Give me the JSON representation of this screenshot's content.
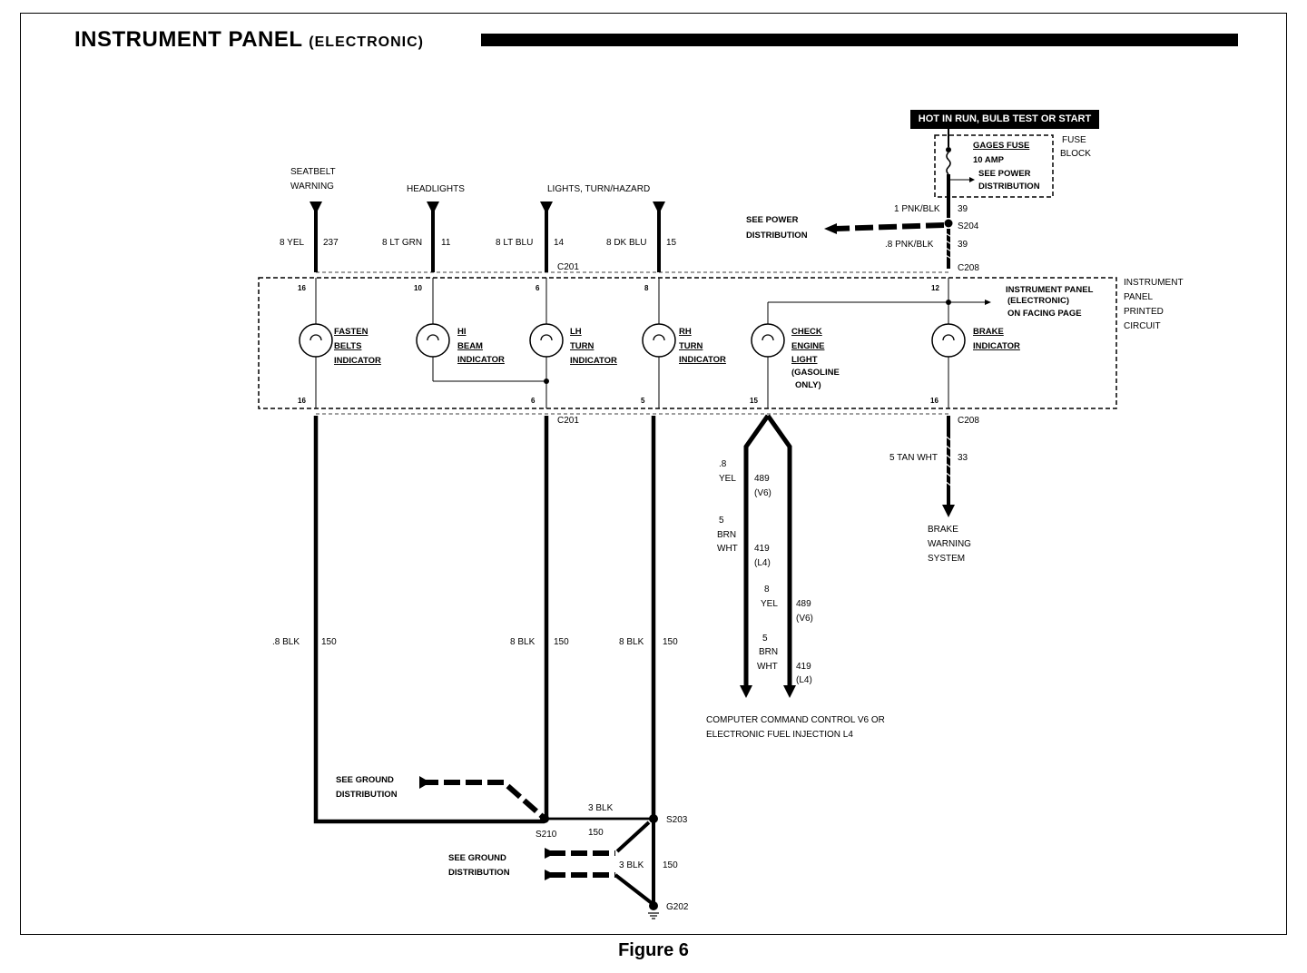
{
  "header": {
    "title": "INSTRUMENT PANEL",
    "subtitle": "(ELECTRONIC)"
  },
  "caption": "Figure 6",
  "power": {
    "hot_label": "HOT IN RUN, BULB TEST OR START",
    "fuse_name": "GAGES FUSE",
    "fuse_rating": "10 AMP",
    "fuse_see1": "SEE POWER",
    "fuse_see2": "DISTRIBUTION",
    "fuse_block1": "FUSE",
    "fuse_block2": "BLOCK",
    "see_power1": "SEE POWER",
    "see_power2": "DISTRIBUTION",
    "wire_top": "1 PNK/BLK",
    "wire_top_num": "39",
    "splice": "S204",
    "wire_bottom": ".8 PNK/BLK",
    "wire_bottom_num": "39"
  },
  "inputs": [
    {
      "name1": "SEATBELT",
      "name2": "WARNING",
      "wire": "8 YEL",
      "circuit": "237"
    },
    {
      "name1": "HEADLIGHTS",
      "name2": "",
      "wire": "8 LT GRN",
      "circuit": "11"
    },
    {
      "name1": "LIGHTS, TURN/HAZARD",
      "name2": "",
      "wire": "8 LT BLU",
      "circuit": "14"
    },
    {
      "name1": "",
      "name2": "",
      "wire": "8 DK BLU",
      "circuit": "15"
    }
  ],
  "connectors": {
    "c201_top": "C201",
    "c208_top": "C208",
    "c201_bottom": "C201",
    "c208_bottom": "C208"
  },
  "panel": {
    "label1": "INSTRUMENT",
    "label2": "PANEL",
    "label3": "PRINTED",
    "label4": "CIRCUIT",
    "ref1": "INSTRUMENT PANEL",
    "ref2": "(ELECTRONIC)",
    "ref3": "ON FACING PAGE"
  },
  "pins": {
    "top": [
      "16",
      "10",
      "6",
      "8",
      "12"
    ],
    "bottom": [
      "16",
      "6",
      "5",
      "15",
      "16"
    ]
  },
  "bulbs": [
    {
      "l1": "FASTEN",
      "l2": "BELTS",
      "l3": "INDICATOR",
      "l4": "",
      "l5": ""
    },
    {
      "l1": "HI",
      "l2": "BEAM",
      "l3": "INDICATOR",
      "l4": "",
      "l5": ""
    },
    {
      "l1": "LH",
      "l2": "TURN",
      "l3": "INDICATOR",
      "l4": "",
      "l5": ""
    },
    {
      "l1": "RH",
      "l2": "TURN",
      "l3": "INDICATOR",
      "l4": "",
      "l5": ""
    },
    {
      "l1": "CHECK",
      "l2": "ENGINE",
      "l3": "LIGHT",
      "l4": "(GASOLINE",
      "l5": "ONLY)"
    },
    {
      "l1": "BRAKE",
      "l2": "INDICATOR",
      "l3": "",
      "l4": "",
      "l5": ""
    }
  ],
  "ground_wires": [
    {
      "wire": ".8 BLK",
      "circuit": "150"
    },
    {
      "wire": "8 BLK",
      "circuit": "150"
    },
    {
      "wire": "8 BLK",
      "circuit": "150"
    }
  ],
  "ecm_wires": {
    "a_1": ".8",
    "a_2": "YEL",
    "a_num": "489",
    "a_sub": "(V6)",
    "b_1": "5",
    "b_2": "BRN",
    "b_3": "WHT",
    "b_num": "419",
    "b_sub": "(L4)",
    "c_1": "8",
    "c_2": "YEL",
    "c_num": "489",
    "c_sub": "(V6)",
    "d_1": "5",
    "d_2": "BRN",
    "d_3": "WHT",
    "d_num": "419",
    "d_sub": "(L4)",
    "dest1": "COMPUTER COMMAND CONTROL V6 OR",
    "dest2": "ELECTRONIC FUEL INJECTION L4"
  },
  "brake": {
    "wire": "5 TAN WHT",
    "circuit": "33",
    "dest1": "BRAKE",
    "dest2": "WARNING",
    "dest3": "SYSTEM"
  },
  "ground": {
    "see1": "SEE GROUND",
    "see2": "DISTRIBUTION",
    "see3": "SEE GROUND",
    "see4": "DISTRIBUTION",
    "s210": "S210",
    "s203": "S203",
    "g202": "G202",
    "blk_top": "3 BLK",
    "num_mid": "150",
    "blk_low": "3 BLK",
    "num_low": "150"
  }
}
